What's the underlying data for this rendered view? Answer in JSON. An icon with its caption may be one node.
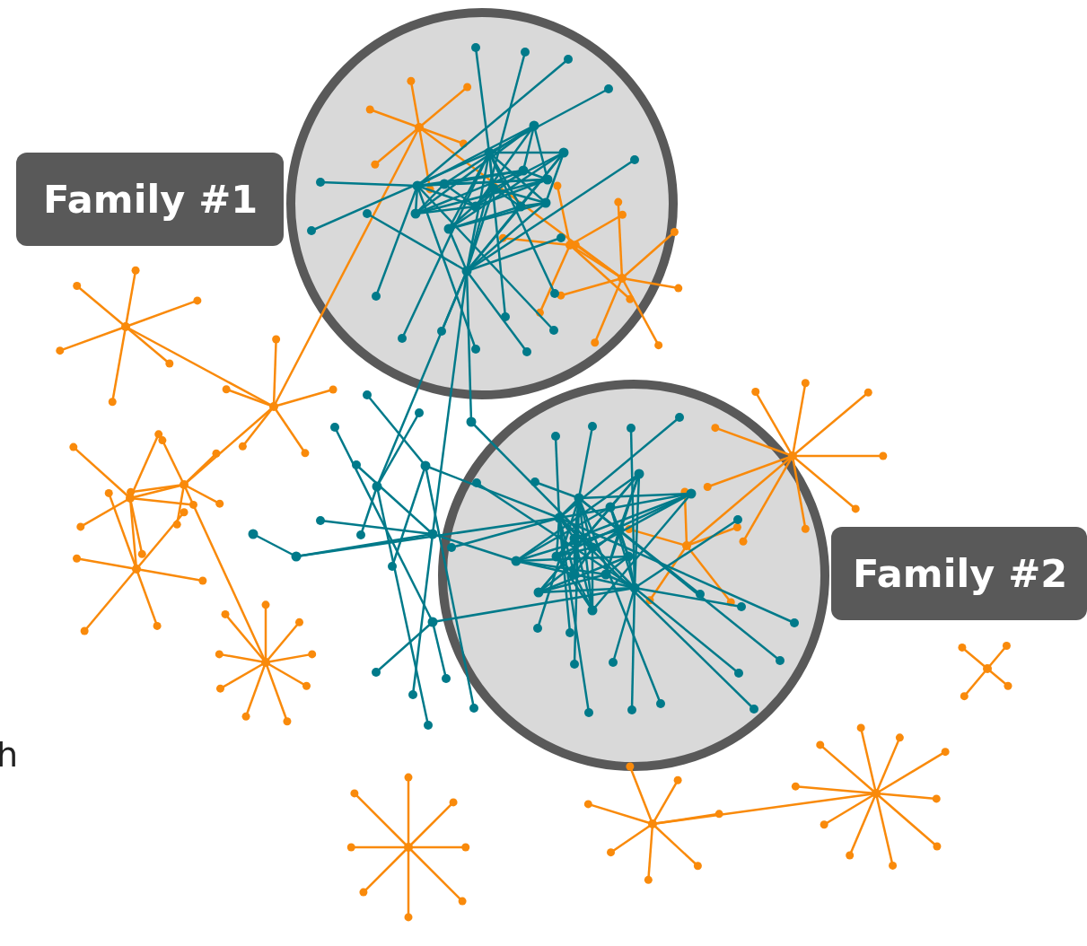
{
  "diagram": {
    "nodes": [
      {
        "text": [],
        "shape": "circle"
      },
      {
        "text": [
          "Family #1"
        ]
      },
      {
        "text": [],
        "shape": "circle"
      },
      {
        "text": [
          "Family #2"
        ]
      }
    ],
    "labels": [
      "h"
    ]
  }
}
